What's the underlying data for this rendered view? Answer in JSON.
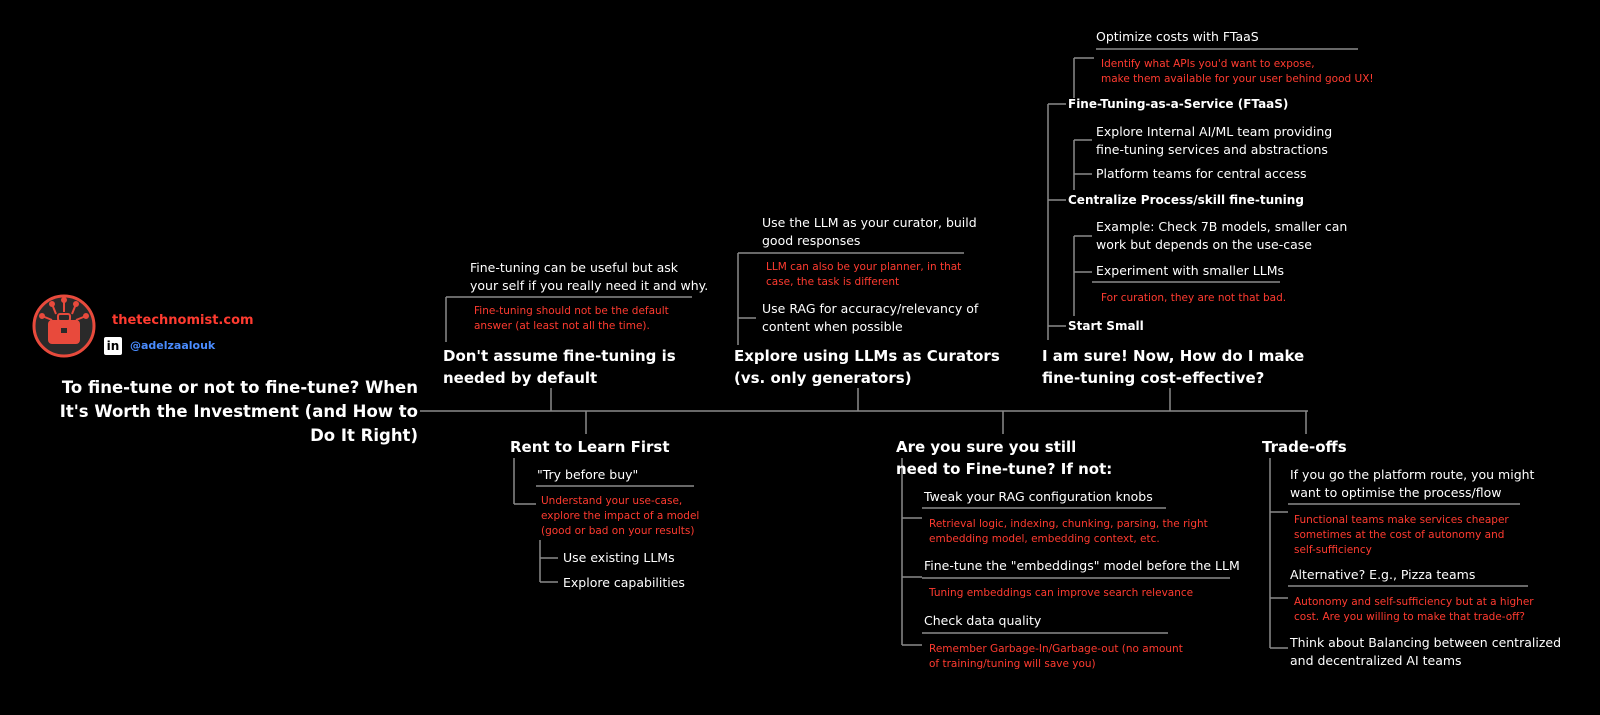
{
  "brand": {
    "site": "thetechnomist.com",
    "linkedin_icon": "in",
    "handle": "@adelzaalouk"
  },
  "title": "To fine-tune or not to fine-tune? When\nIt's Worth the Investment (and How to\nDo It Right)",
  "b1": {
    "heading": "Don't assume fine-tuning is\nneeded by default",
    "note": "Fine-tuning can be useful but ask\nyour self if you really need it and why.",
    "red": "Fine-tuning should not be the default\nanswer (at least not all the time)."
  },
  "b2": {
    "heading": "Rent to Learn First",
    "item1": "\"Try before buy\"",
    "red1": "Understand your use-case,\nexplore the impact of a model\n(good or bad on your results)",
    "item2": "Use existing LLMs",
    "item3": "Explore capabilities"
  },
  "b3": {
    "heading": "Explore using LLMs as Curators\n(vs. only generators)",
    "item1": "Use the LLM as your curator, build\ngood responses",
    "red1": "LLM can also be your planner, in that\ncase, the task is different",
    "item2": "Use RAG for accuracy/relevancy of\ncontent when possible"
  },
  "b4": {
    "heading": "Are you sure you still\nneed to Fine-tune? If not:",
    "item1": "Tweak your RAG configuration knobs",
    "red1": "Retrieval logic, indexing, chunking, parsing, the right\nembedding model, embedding context, etc.",
    "item2": "Fine-tune the \"embeddings\" model before the LLM",
    "red2": "Tuning embeddings can improve search relevance",
    "item3": "Check data quality",
    "red3": "Remember Garbage-In/Garbage-out (no amount\nof training/tuning will save you)"
  },
  "b5": {
    "heading": "I am sure! Now, How do I make\nfine-tuning cost-effective?",
    "s1": "Start Small",
    "s1a": "Example: Check 7B models, smaller can\nwork but depends on the use-case",
    "s1b": "Experiment with smaller LLMs",
    "s1b_red": "For curation, they are not that bad.",
    "s2": "Centralize Process/skill fine-tuning",
    "s2a": "Explore Internal AI/ML team providing\nfine-tuning services and abstractions",
    "s2b": "Platform teams for central access",
    "s3": "Fine-Tuning-as-a-Service (FTaaS)",
    "s3a": "Optimize costs with FTaaS",
    "s3a_red": "Identify what APIs you'd want to expose,\nmake them available for your user behind good UX!"
  },
  "b6": {
    "heading": "Trade-offs",
    "item1": "If you go the platform route, you might\nwant to optimise the process/flow",
    "red1": "Functional teams make services cheaper\nsometimes at the cost of autonomy and\nself-sufficiency",
    "item2": "Alternative? E.g., Pizza teams",
    "red2": "Autonomy and self-sufficiency but at a higher\ncost. Are you willing to make that trade-off?",
    "item3": "Think about Balancing between centralized\nand decentralized AI teams"
  }
}
